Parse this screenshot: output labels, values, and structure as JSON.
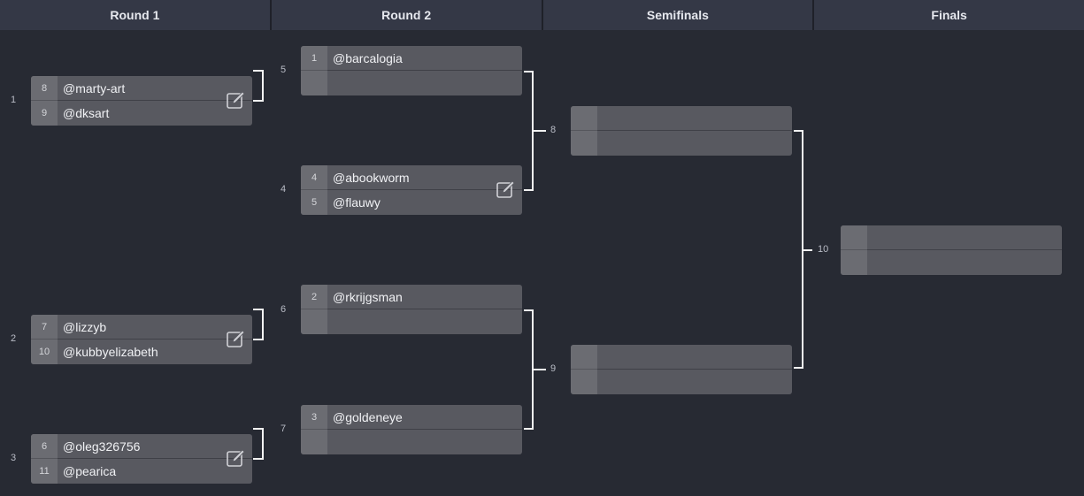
{
  "rounds": [
    "Round 1",
    "Round 2",
    "Semifinals",
    "Finals"
  ],
  "matches": {
    "m1": {
      "number": "1",
      "top": {
        "seed": "8",
        "name": "@marty-art"
      },
      "bottom": {
        "seed": "9",
        "name": "@dksart"
      }
    },
    "m2": {
      "number": "2",
      "top": {
        "seed": "7",
        "name": "@lizzyb"
      },
      "bottom": {
        "seed": "10",
        "name": "@kubbyelizabeth"
      }
    },
    "m3": {
      "number": "3",
      "top": {
        "seed": "6",
        "name": "@oleg326756"
      },
      "bottom": {
        "seed": "11",
        "name": "@pearica"
      }
    },
    "m4": {
      "number": "4",
      "top": {
        "seed": "4",
        "name": "@abookworm"
      },
      "bottom": {
        "seed": "5",
        "name": "@flauwy"
      }
    },
    "m5": {
      "number": "5",
      "top": {
        "seed": "1",
        "name": "@barcalogia"
      },
      "bottom": {
        "seed": "",
        "name": ""
      }
    },
    "m6": {
      "number": "6",
      "top": {
        "seed": "2",
        "name": "@rkrijgsman"
      },
      "bottom": {
        "seed": "",
        "name": ""
      }
    },
    "m7": {
      "number": "7",
      "top": {
        "seed": "3",
        "name": "@goldeneye"
      },
      "bottom": {
        "seed": "",
        "name": ""
      }
    },
    "m8": {
      "number": "8",
      "top": {
        "seed": "",
        "name": ""
      },
      "bottom": {
        "seed": "",
        "name": ""
      }
    },
    "m9": {
      "number": "9",
      "top": {
        "seed": "",
        "name": ""
      },
      "bottom": {
        "seed": "",
        "name": ""
      }
    },
    "m10": {
      "number": "10",
      "top": {
        "seed": "",
        "name": ""
      },
      "bottom": {
        "seed": "",
        "name": ""
      }
    }
  },
  "icons": {
    "edit": "edit-score-icon"
  },
  "colors": {
    "background": "#272a33",
    "header": "#343846",
    "match": "#585960",
    "seed": "#6b6c72",
    "connector": "#f2f2f2"
  }
}
